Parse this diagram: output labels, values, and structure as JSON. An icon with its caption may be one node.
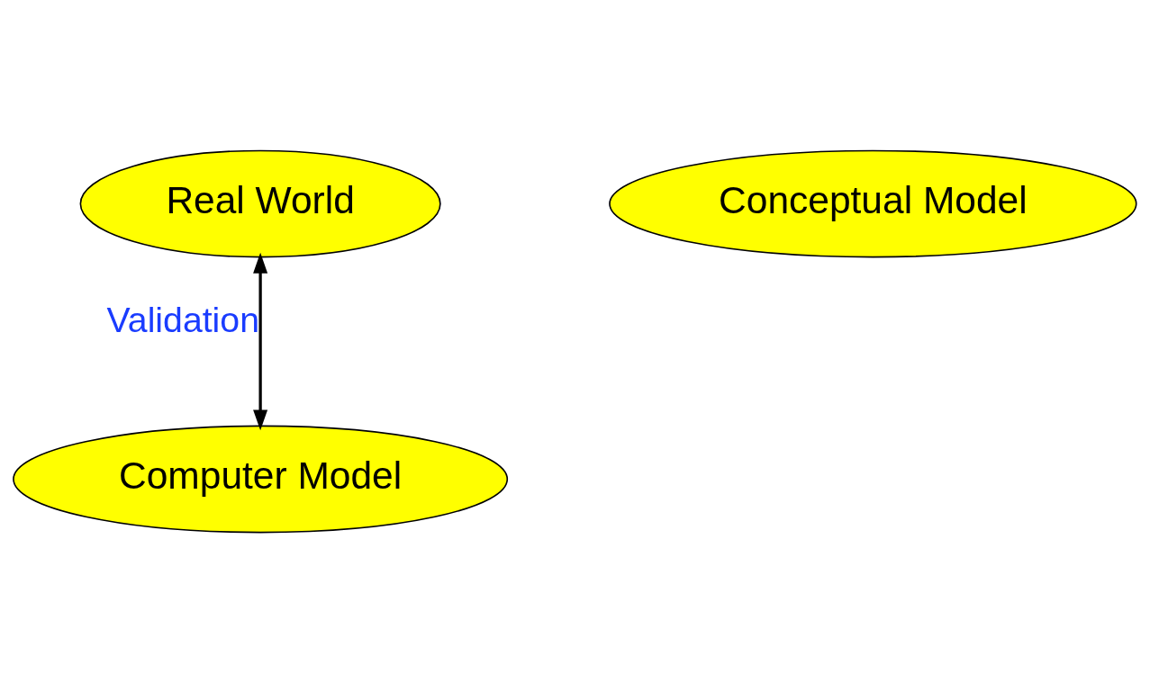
{
  "diagram": {
    "nodes": [
      {
        "text": [
          "Real World"
        ]
      },
      {
        "text": [
          "Conceptual Model"
        ]
      },
      {
        "text": [
          "Computer Model"
        ]
      }
    ],
    "edges": [
      {
        "from": 0,
        "to": 2,
        "arrow": "both",
        "label": "Validation"
      }
    ]
  }
}
